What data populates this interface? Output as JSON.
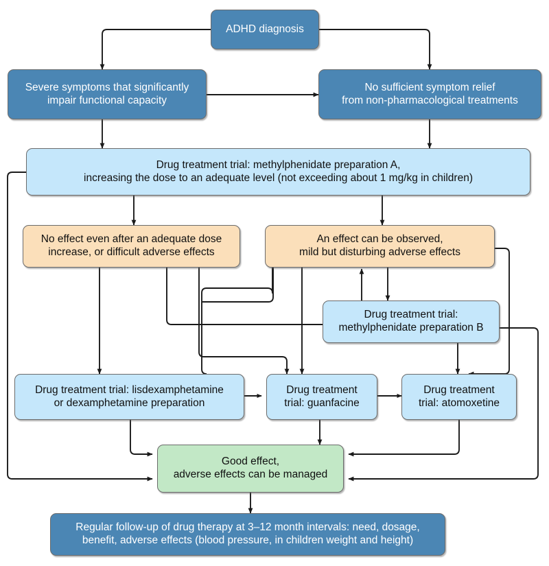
{
  "diagram": {
    "title_node": "ADHD diagnosis",
    "theme": {
      "dark_blue": "#4b86b4",
      "light_blue": "#c5e7fb",
      "orange": "#fbdfba",
      "green": "#c2e8c6",
      "line": "#1a1a1a",
      "border": "#6b6b6b",
      "background": "#ffffff"
    },
    "nodes": [
      {
        "id": "adhd-diagnosis",
        "label": "ADHD diagnosis",
        "style": "dark"
      },
      {
        "id": "severe-symptoms",
        "line1": "Severe symptoms that significantly",
        "line2": "impair functional capacity",
        "style": "dark"
      },
      {
        "id": "no-relief",
        "line1": "No sufficient symptom relief",
        "line2": "from non-pharmacological treatments",
        "style": "dark"
      },
      {
        "id": "mph-a",
        "line1": "Drug treatment trial: methylphenidate preparation A,",
        "line2": "increasing the dose to an adequate level (not exceeding about 1 mg/kg in children)",
        "style": "light-blue"
      },
      {
        "id": "no-effect",
        "line1": "No effect even after an adequate dose",
        "line2": "increase, or difficult adverse effects",
        "style": "orange"
      },
      {
        "id": "effect-observed",
        "line1": "An effect can be observed,",
        "line2": "mild but disturbing adverse effects",
        "style": "orange"
      },
      {
        "id": "mph-b",
        "line1": "Drug treatment trial:",
        "line2": "methylphenidate preparation B",
        "style": "light-blue"
      },
      {
        "id": "lisdex",
        "line1": "Drug treatment trial: lisdexamphetamine",
        "line2": "or dexamphetamine preparation",
        "style": "light-blue"
      },
      {
        "id": "guanfacine",
        "line1": "Drug treatment",
        "line2": "trial: guanfacine",
        "style": "light-blue"
      },
      {
        "id": "atomoxetine",
        "line1": "Drug treatment",
        "line2": "trial: atomoxetine",
        "style": "light-blue"
      },
      {
        "id": "good-effect",
        "line1": "Good effect,",
        "line2": "adverse effects can be managed",
        "style": "green"
      },
      {
        "id": "follow-up",
        "line1": "Regular follow-up of drug therapy at 3–12 month intervals: need, dosage,",
        "line2": "benefit, adverse effects (blood pressure, in children weight and height)",
        "style": "dark"
      }
    ]
  }
}
